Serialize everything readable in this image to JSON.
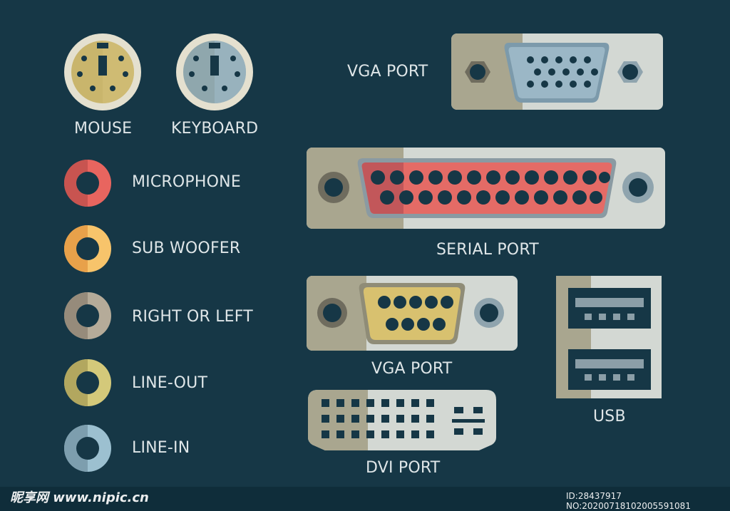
{
  "labels": {
    "mouse": "MOUSE",
    "keyboard": "KEYBOARD",
    "microphone": "MICROPHONE",
    "subwoofer": "SUB WOOFER",
    "right_or_left": "RIGHT OR LEFT",
    "line_out": "LINE-OUT",
    "line_in": "LINE-IN",
    "vga_port_top": "VGA PORT",
    "serial_port": "SERIAL PORT",
    "vga_port_mid": "VGA PORT",
    "dvi_port": "DVI PORT",
    "usb": "USB"
  },
  "watermark": {
    "left": "昵享网 www.nipic.cn",
    "right": "ID:28437917 NO:20200718102005591081"
  },
  "colors": {
    "background": "#163746",
    "plate": "#d3d8d3",
    "microphone": "#e8655f",
    "subwoofer": "#f2b35a",
    "right_or_left": "#a69c8c",
    "line_out": "#c8bd6d",
    "line_in": "#8fb4c6",
    "serial_pins_area": "#e46b66",
    "vga_pins_area": "#9bb7c6",
    "vga_mid_pins_area": "#d8c16f"
  },
  "icons": [
    "mouse-ps2-icon",
    "keyboard-ps2-icon",
    "microphone-jack-icon",
    "subwoofer-jack-icon",
    "right-left-jack-icon",
    "line-out-jack-icon",
    "line-in-jack-icon",
    "vga-port-icon",
    "serial-port-icon",
    "vga-port-9pin-icon",
    "dvi-port-icon",
    "usb-port-icon"
  ]
}
